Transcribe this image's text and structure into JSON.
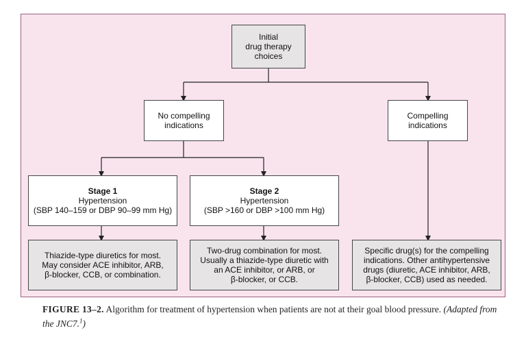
{
  "diagram": {
    "initial": [
      "Initial",
      "drug therapy",
      "choices"
    ],
    "no_compelling": [
      "No compelling",
      "indications"
    ],
    "compelling": [
      "Compelling",
      "indications"
    ],
    "stage1": {
      "title": "Stage 1",
      "lines": [
        "Hypertension",
        "(SBP 140–159 or DBP 90–99 mm Hg)"
      ]
    },
    "stage2": {
      "title": "Stage 2",
      "lines": [
        "Hypertension",
        "(SBP >160 or DBP >100 mm Hg)"
      ]
    },
    "stage1_treatment": [
      "Thiazide-type diuretics for most.",
      "May consider ACE inhibitor, ARB,",
      "β-blocker, CCB, or combination."
    ],
    "stage2_treatment": [
      "Two-drug combination for most.",
      "Usually a thiazide-type diuretic with",
      "an ACE inhibitor, or ARB, or",
      "β-blocker, or CCB."
    ],
    "compelling_treatment": [
      "Specific drug(s) for the compelling",
      "indications. Other antihypertensive",
      "drugs (diuretic, ACE inhibitor, ARB,",
      "β-blocker, CCB) used as needed."
    ],
    "colors": {
      "panel": "#f9e4ee",
      "border": "#9b5f7c",
      "grey_box": "#e6e4e5"
    }
  },
  "caption": {
    "label": "FIGURE 13–2.",
    "text": "Algorithm for treatment of hypertension when patients are not at their goal blood pressure.",
    "source": "(Adapted from the JNC7.",
    "source_sup": "1",
    "source_end": ")"
  }
}
